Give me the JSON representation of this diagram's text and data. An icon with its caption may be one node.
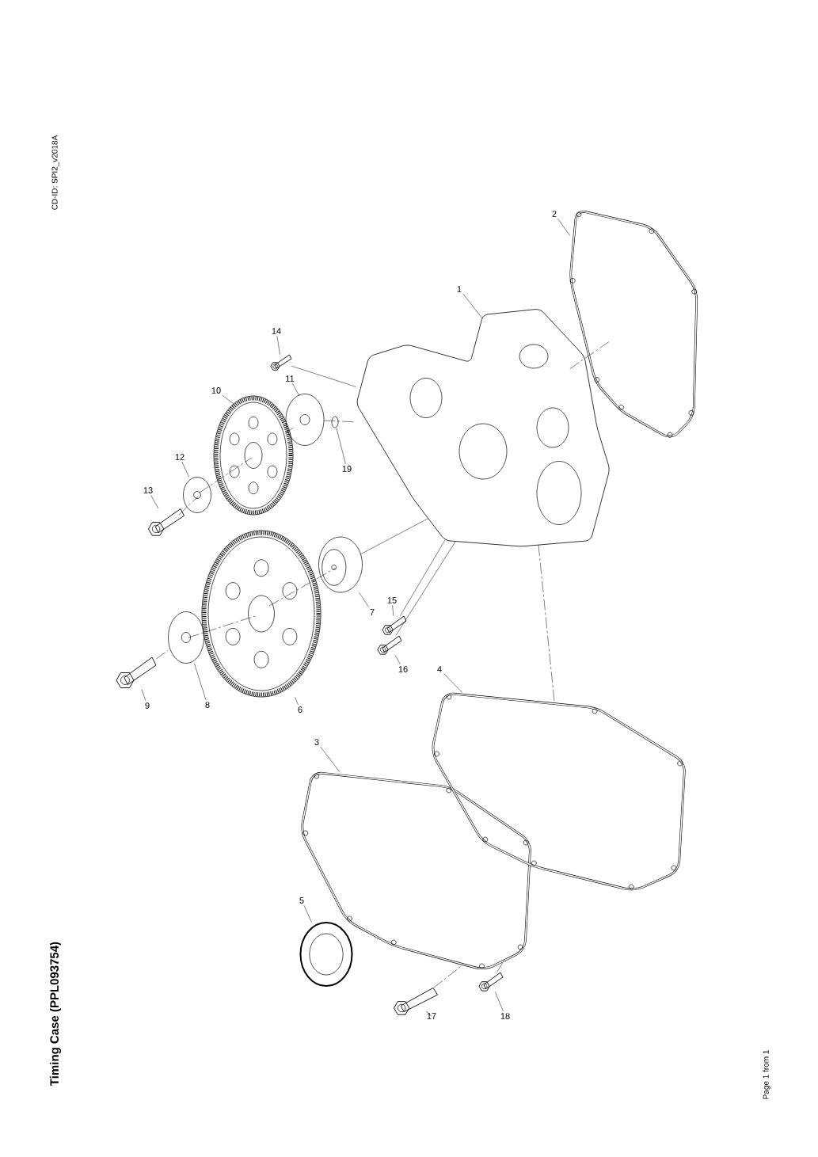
{
  "diagram": {
    "title": "Timing Case (PPL093754)",
    "nodes": [
      {
        "text": [
          "1"
        ]
      },
      {
        "text": [
          "2"
        ]
      },
      {
        "text": [
          "3"
        ]
      },
      {
        "text": [
          "4"
        ]
      },
      {
        "text": [
          "5"
        ]
      },
      {
        "text": [
          "6"
        ]
      },
      {
        "text": [
          "7"
        ]
      },
      {
        "text": [
          "8"
        ]
      },
      {
        "text": [
          "9"
        ]
      },
      {
        "text": [
          "10"
        ]
      },
      {
        "text": [
          "11"
        ]
      },
      {
        "text": [
          "12"
        ]
      },
      {
        "text": [
          "13"
        ]
      },
      {
        "text": [
          "14"
        ]
      },
      {
        "text": [
          "15"
        ]
      },
      {
        "text": [
          "16"
        ]
      },
      {
        "text": [
          "17"
        ]
      },
      {
        "text": [
          "18"
        ]
      },
      {
        "text": [
          "19"
        ]
      },
      {
        "text": [],
        "shape": "picture"
      },
      {
        "text": [],
        "shape": "picture"
      },
      {
        "text": [],
        "shape": "picture"
      },
      {
        "text": [],
        "shape": "picture"
      },
      {
        "text": [],
        "shape": "picture"
      },
      {
        "text": [],
        "shape": "picture"
      },
      {
        "text": [],
        "shape": "picture"
      },
      {
        "text": [],
        "shape": "picture"
      },
      {
        "text": [],
        "shape": "picture"
      },
      {
        "text": [],
        "shape": "picture"
      },
      {
        "text": [],
        "shape": "picture"
      },
      {
        "text": [],
        "shape": "picture"
      },
      {
        "text": [],
        "shape": "picture"
      },
      {
        "text": [],
        "shape": "picture"
      },
      {
        "text": [],
        "shape": "picture"
      },
      {
        "text": [],
        "shape": "picture"
      },
      {
        "text": [],
        "shape": "picture"
      },
      {
        "text": [],
        "shape": "picture"
      },
      {
        "text": [],
        "shape": "picture"
      }
    ],
    "edges": [
      {
        "from": 0,
        "to": 19,
        "arrow": "none"
      },
      {
        "from": 1,
        "to": 20,
        "arrow": "none"
      },
      {
        "from": 2,
        "to": 21,
        "arrow": "none"
      },
      {
        "from": 3,
        "to": 22,
        "arrow": "none"
      },
      {
        "from": 4,
        "to": 23,
        "arrow": "none"
      },
      {
        "from": 5,
        "to": 24,
        "arrow": "none"
      },
      {
        "from": 6,
        "to": 25,
        "arrow": "none"
      },
      {
        "from": 7,
        "to": 26,
        "arrow": "none"
      },
      {
        "from": 8,
        "to": 27,
        "arrow": "none"
      },
      {
        "from": 9,
        "to": 28,
        "arrow": "none"
      },
      {
        "from": 10,
        "to": 29,
        "arrow": "none"
      },
      {
        "from": 11,
        "to": 30,
        "arrow": "none"
      },
      {
        "from": 12,
        "to": 31,
        "arrow": "none"
      },
      {
        "from": 13,
        "to": 32,
        "arrow": "none"
      },
      {
        "from": 14,
        "to": 33,
        "arrow": "none"
      },
      {
        "from": 15,
        "to": 34,
        "arrow": "none"
      },
      {
        "from": 16,
        "to": 35,
        "arrow": "none"
      },
      {
        "from": 17,
        "to": 36,
        "arrow": "none"
      },
      {
        "from": 18,
        "to": 37,
        "arrow": "none"
      },
      {
        "from": 20,
        "to": 19,
        "arrow": "none",
        "style": "dashed"
      },
      {
        "from": 32,
        "to": 19,
        "arrow": "none"
      },
      {
        "from": 29,
        "to": 19,
        "arrow": "none",
        "style": "dashed"
      },
      {
        "from": 28,
        "to": 29,
        "arrow": "none",
        "style": "dashed"
      },
      {
        "from": 30,
        "to": 28,
        "arrow": "none",
        "style": "dashed"
      },
      {
        "from": 31,
        "to": 30,
        "arrow": "none",
        "style": "dashed"
      },
      {
        "from": 25,
        "to": 19,
        "arrow": "none"
      },
      {
        "from": 24,
        "to": 25,
        "arrow": "none",
        "style": "dashed"
      },
      {
        "from": 26,
        "to": 24,
        "arrow": "none",
        "style": "dashed"
      },
      {
        "from": 27,
        "to": 26,
        "arrow": "none",
        "style": "dashed"
      },
      {
        "from": 33,
        "to": 19,
        "arrow": "none"
      },
      {
        "from": 34,
        "to": 19,
        "arrow": "none"
      },
      {
        "from": 19,
        "to": 22,
        "arrow": "none",
        "style": "dashed"
      },
      {
        "from": 35,
        "to": 21,
        "arrow": "none",
        "style": "dashed"
      },
      {
        "from": 36,
        "to": 21,
        "arrow": "none",
        "style": "dashed"
      }
    ],
    "labels": [
      "CD-ID: SPI2_v2018A",
      "Page 1 from 1"
    ]
  }
}
